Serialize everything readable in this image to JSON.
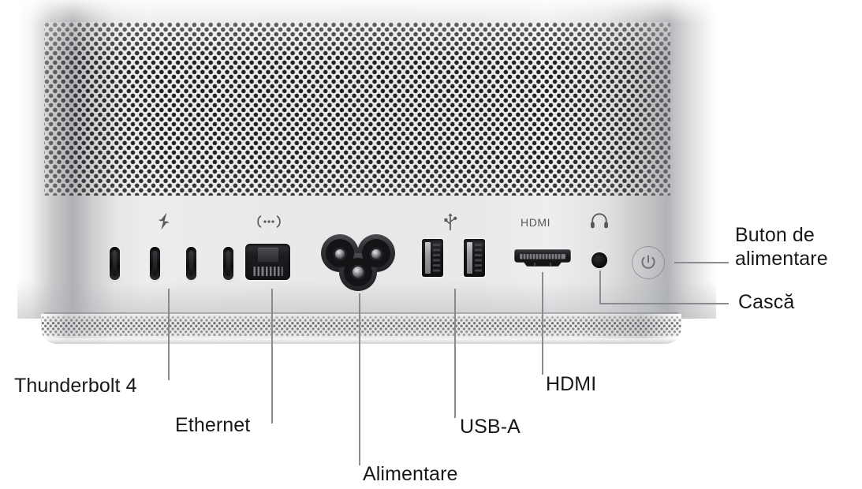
{
  "page": {
    "title": "Mac Studio rear ports diagram",
    "language": "ro",
    "background_color": "#ffffff"
  },
  "device": {
    "name": "Mac Studio",
    "body_color": "#e8e9e9",
    "grille_dot_color": "#1a1a1c"
  },
  "port_icons": [
    {
      "id": "thunderbolt",
      "icon": "thunderbolt-bolt-icon",
      "symbol": "⚡"
    },
    {
      "id": "ethernet",
      "icon": "ethernet-icon",
      "symbol": "⟨···⟩"
    },
    {
      "id": "usb",
      "icon": "usb-trident-icon",
      "symbol": "⑂"
    },
    {
      "id": "hdmi",
      "icon": "hdmi-text-icon",
      "symbol": "HDMI"
    },
    {
      "id": "headphone",
      "icon": "headphone-icon",
      "symbol": "ᴒ"
    },
    {
      "id": "power",
      "icon": "power-symbol-icon",
      "symbol": "⏻"
    }
  ],
  "port_icon_labels": {
    "hdmi": "HDMI"
  },
  "callouts": [
    {
      "id": "thunderbolt-4",
      "label": "Thunderbolt 4",
      "position": "bottom-left",
      "target": "thunderbolt-ports"
    },
    {
      "id": "ethernet",
      "label": "Ethernet",
      "position": "bottom-left",
      "target": "ethernet-port"
    },
    {
      "id": "alimentare",
      "label": "Alimentare",
      "position": "bottom-center",
      "target": "power-connector"
    },
    {
      "id": "usb-a",
      "label": "USB-A",
      "position": "bottom-center",
      "target": "usb-a-ports"
    },
    {
      "id": "hdmi",
      "label": "HDMI",
      "position": "bottom-right",
      "target": "hdmi-port"
    },
    {
      "id": "buton-de-alimentare",
      "label": "Buton de\nalimentare",
      "position": "right",
      "target": "power-button"
    },
    {
      "id": "casca",
      "label": "Cască",
      "position": "right",
      "target": "headphone-jack"
    }
  ],
  "ports": {
    "thunderbolt_count": 4,
    "usb_a_count": 2,
    "ethernet_count": 1,
    "hdmi_count": 1,
    "headphone_jack_count": 1,
    "power_connector_count": 1,
    "power_button_count": 1
  },
  "colors": {
    "label_text": "#18181a",
    "leader_line": "#8a8b8f",
    "port_dark": "#111113",
    "engraving": "#58595d"
  }
}
